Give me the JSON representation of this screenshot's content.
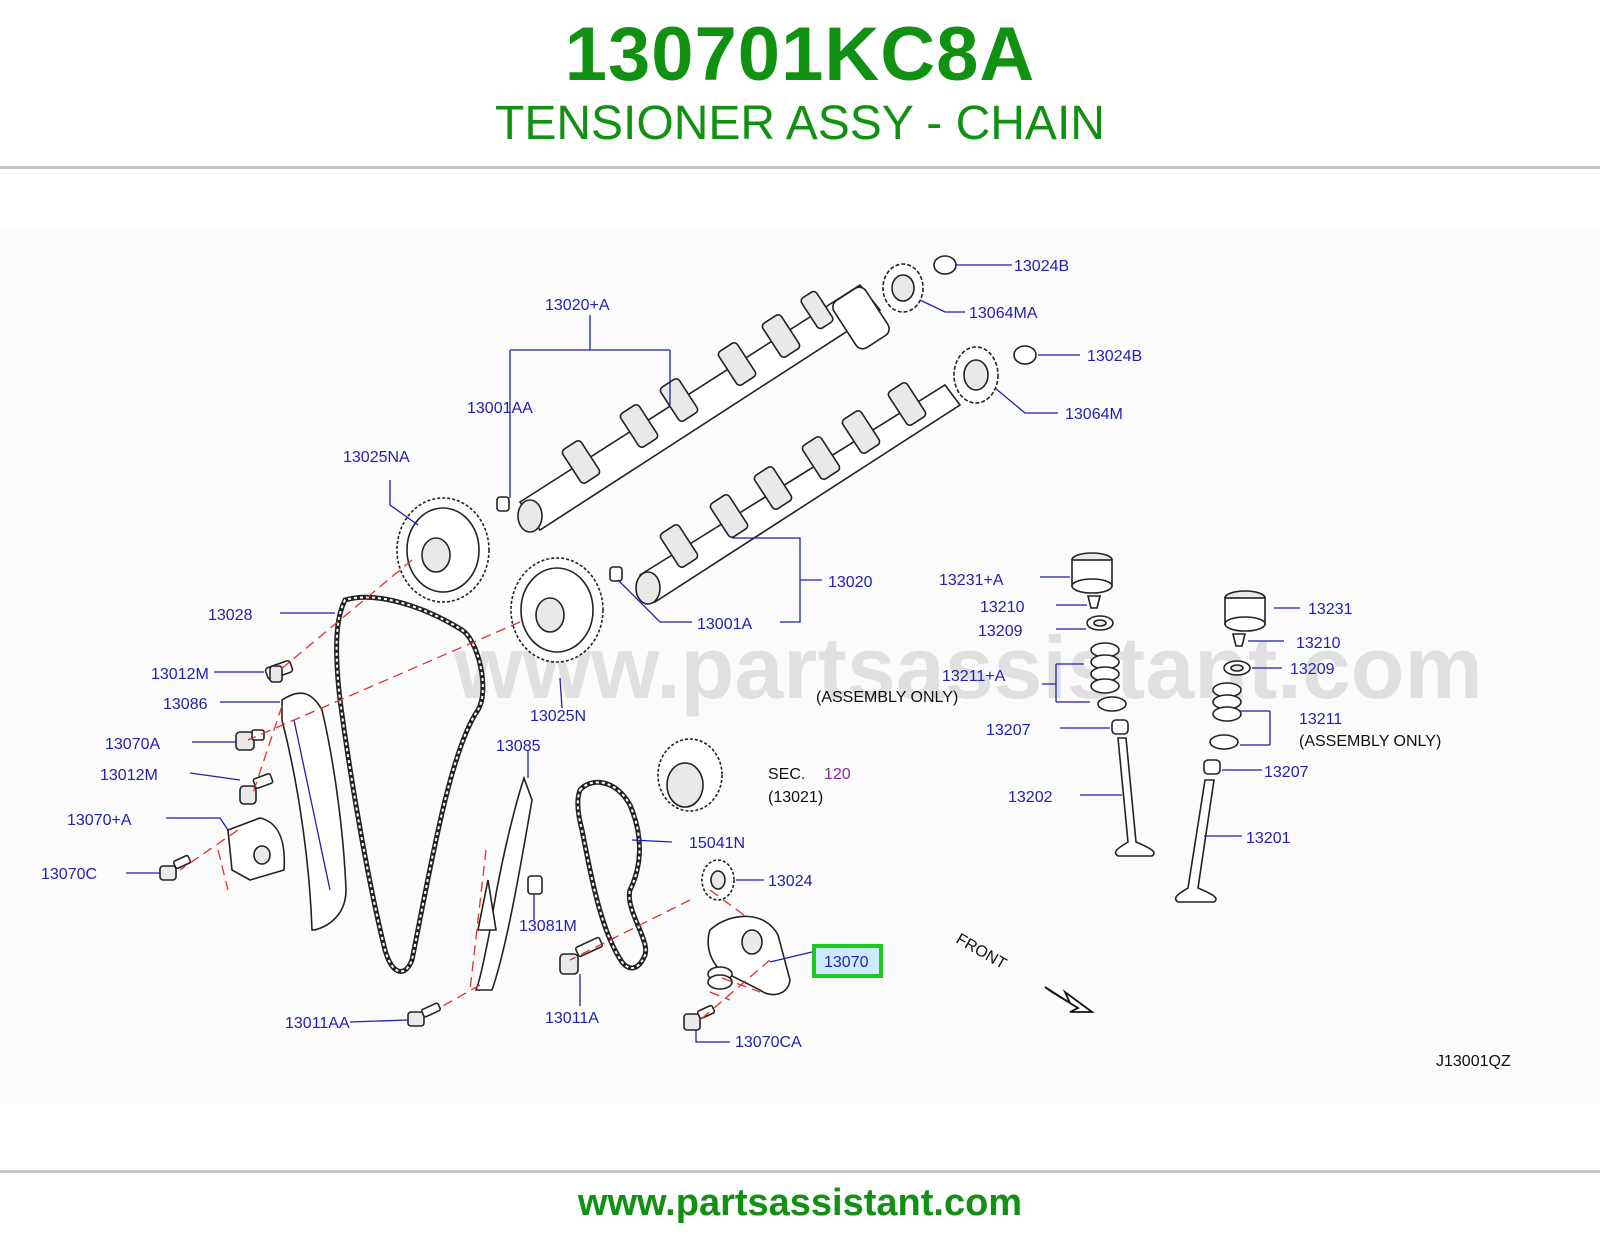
{
  "header": {
    "part_number": "130701KC8A",
    "part_name": "TENSIONER ASSY - CHAIN"
  },
  "diagram": {
    "watermark": "www.partsassistant.com",
    "front_label": "FRONT",
    "diagram_code": "J13001QZ",
    "highlighted_part": "13070",
    "labels": {
      "p13024B_top": "13024B",
      "p13064MA": "13064MA",
      "p13020A": "13020+A",
      "p13024B_2": "13024B",
      "p13001AA": "13001AA",
      "p13064M": "13064M",
      "p13025NA": "13025NA",
      "p13020": "13020",
      "p13231A": "13231+A",
      "p13028": "13028",
      "p13001A": "13001A",
      "p13210_l": "13210",
      "p13231": "13231",
      "p13209_l": "13209",
      "p13210_r": "13210",
      "p13012M_1": "13012M",
      "p13211A": "13211+A",
      "p13209_r": "13209",
      "assembly_only_l": "(ASSEMBLY   ONLY)",
      "p13086": "13086",
      "p13025N": "13025N",
      "p13211": "13211",
      "p13207_l": "13207",
      "assembly_only_r": "(ASSEMBLY   ONLY)",
      "p13070A": "13070A",
      "p13085": "13085",
      "p13207_r": "13207",
      "sec_label": "SEC.",
      "sec_number": "120",
      "sec_ref": "(13021)",
      "p13012M_2": "13012M",
      "p13202": "13202",
      "p13070A_plus": "13070+A",
      "p15041N": "15041N",
      "p13201": "13201",
      "p13070C": "13070C",
      "p13024": "13024",
      "p13081M": "13081M",
      "p13070": "13070",
      "p13011AA": "13011AA",
      "p13011A": "13011A",
      "p13070CA": "13070CA"
    }
  },
  "footer": {
    "url": "www.partsassistant.com"
  },
  "colors": {
    "brand_green": "#119111",
    "label_blue": "#1f1fb0",
    "highlight_green": "#1ec81e",
    "highlight_fill": "#cfe9ff",
    "dashed_red": "#e03030"
  }
}
